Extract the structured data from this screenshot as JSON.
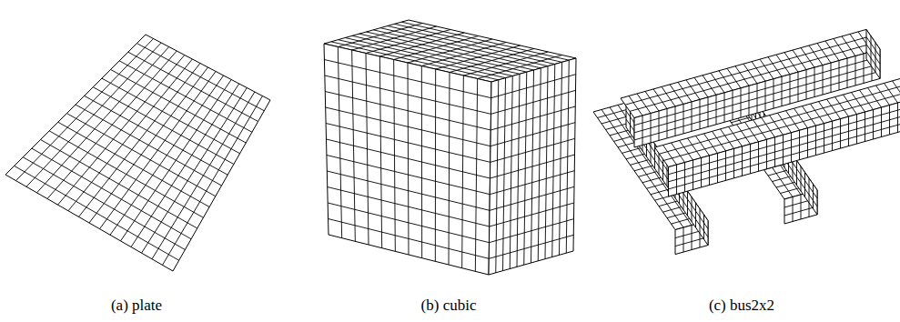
{
  "diagram": {
    "labels": [
      "(a) plate",
      "(b) cubic",
      "(c) bus2x2"
    ]
  }
}
